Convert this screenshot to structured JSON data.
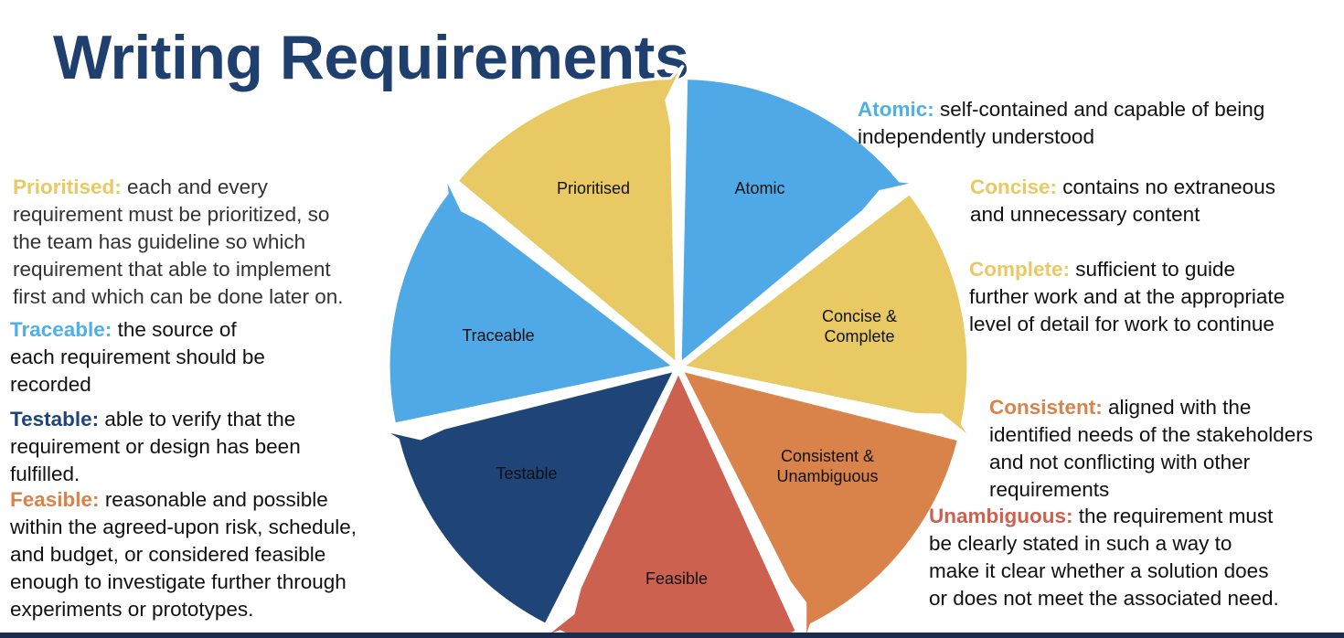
{
  "title": "Writing Requirements",
  "colors": {
    "title": "#1f3f6e",
    "atomic": "#4fa9e6",
    "prioritised": "#e8c963",
    "concise_complete": "#e8c963",
    "consistent_unambiguous": "#d9824a",
    "feasible": "#cc6150",
    "testable": "#1e4478",
    "traceable": "#4fa9e6",
    "term_blue": "#4fb0e6",
    "term_yellow": "#e8c963",
    "term_orange": "#d9824a",
    "term_red": "#cc6150",
    "term_navy": "#1e4478"
  },
  "wheel": {
    "segments": [
      {
        "name": "atomic",
        "label_lines": [
          "Atomic"
        ]
      },
      {
        "name": "concise-complete",
        "label_lines": [
          "Concise &",
          "Complete"
        ]
      },
      {
        "name": "consistent-unambiguous",
        "label_lines": [
          "Consistent &",
          "Unambiguous"
        ]
      },
      {
        "name": "feasible",
        "label_lines": [
          "Feasible"
        ]
      },
      {
        "name": "testable",
        "label_lines": [
          "Testable"
        ]
      },
      {
        "name": "traceable",
        "label_lines": [
          "Traceable"
        ]
      },
      {
        "name": "prioritised",
        "label_lines": [
          "Prioritised"
        ]
      }
    ]
  },
  "descriptions": {
    "atomic": {
      "term": "Atomic:",
      "lines": [
        "self-contained and capable of being",
        "independently understood"
      ]
    },
    "concise": {
      "term": "Concise:",
      "lines": [
        "contains no extraneous",
        "and unnecessary content"
      ]
    },
    "complete": {
      "term": "Complete:",
      "lines": [
        "sufficient to guide",
        "further work and at the appropriate",
        "level of detail for work to continue"
      ]
    },
    "consistent": {
      "term": "Consistent:",
      "lines": [
        "aligned with the",
        "identified needs of the stakeholders",
        "and not conflicting with other",
        "requirements"
      ]
    },
    "unambiguous": {
      "term": "Unambiguous:",
      "lines": [
        "the requirement must",
        "be clearly stated in such a way to",
        "make it clear whether a solution does",
        "or does not meet the associated need."
      ]
    },
    "prioritised": {
      "term": "Prioritised:",
      "lines": [
        "each and every",
        "requirement must be prioritized, so",
        "the team has guideline so which",
        "requirement that able to implement",
        "first and which can be done later on."
      ]
    },
    "traceable": {
      "term": "Traceable:",
      "lines": [
        "the source of",
        "each requirement should be",
        "recorded"
      ]
    },
    "testable": {
      "term": "Testable:",
      "lines": [
        "able to verify that the",
        "requirement or design has been",
        "fulfilled."
      ]
    },
    "feasible": {
      "term": "Feasible:",
      "lines": [
        "reasonable and possible",
        "within the agreed-upon risk, schedule,",
        "and budget, or considered feasible",
        "enough to investigate further through",
        "experiments or prototypes."
      ]
    }
  }
}
